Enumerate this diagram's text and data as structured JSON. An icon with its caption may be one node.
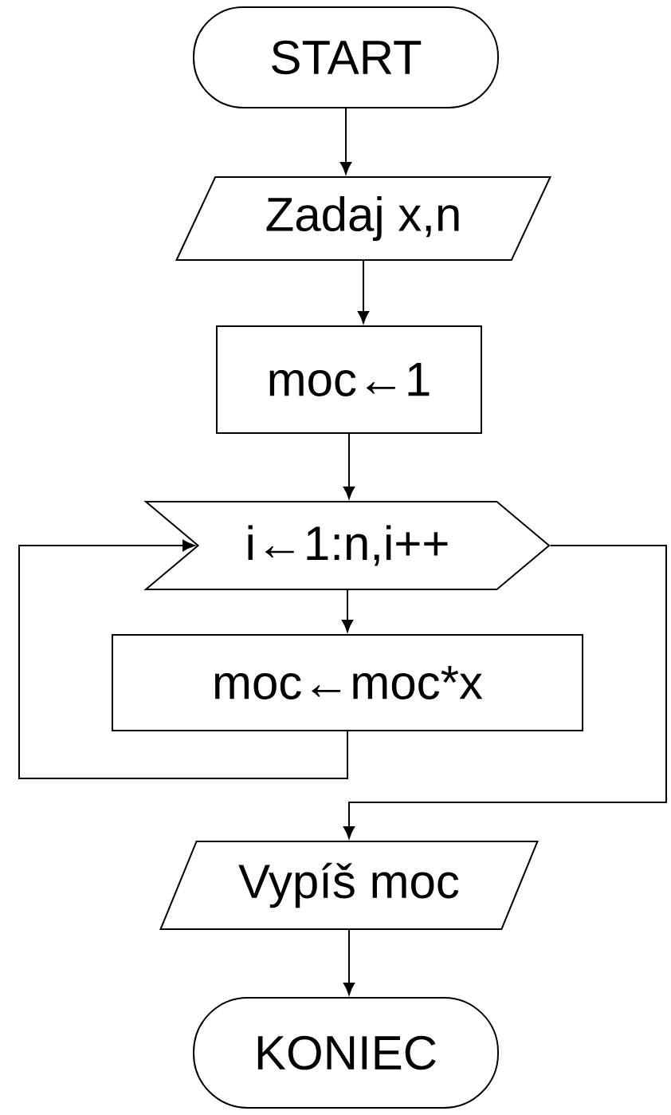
{
  "diagram": {
    "nodes": [
      {
        "text": [
          "START"
        ]
      },
      {
        "text": [
          "Zadaj x,n"
        ]
      },
      {
        "text": [
          "moc←1"
        ]
      },
      {
        "text": [
          "i←1:n,i++"
        ]
      },
      {
        "text": [
          "moc←moc*x"
        ]
      },
      {
        "text": [
          "Vypíš moc"
        ]
      },
      {
        "text": [
          "KONIEC"
        ]
      }
    ],
    "edges": [
      {
        "from": 0,
        "to": 1,
        "arrow": "to"
      },
      {
        "from": 1,
        "to": 2,
        "arrow": "to"
      },
      {
        "from": 2,
        "to": 3,
        "arrow": "to"
      },
      {
        "from": 3,
        "to": 4,
        "arrow": "to"
      },
      {
        "from": 4,
        "to": 3,
        "arrow": "to"
      },
      {
        "from": 3,
        "to": 5,
        "arrow": "to"
      },
      {
        "from": 5,
        "to": 6,
        "arrow": "to"
      }
    ]
  }
}
